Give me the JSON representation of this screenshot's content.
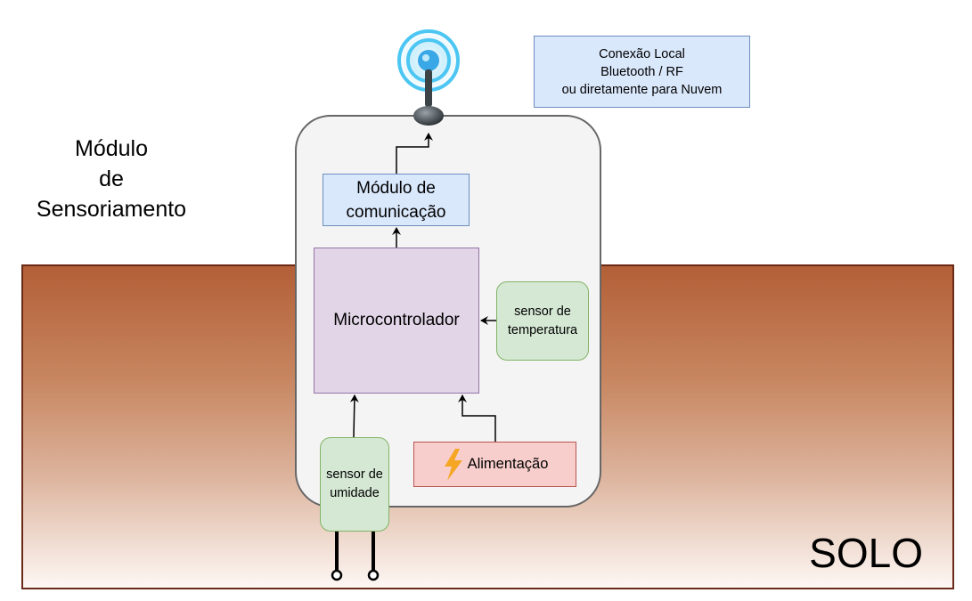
{
  "module_title": [
    "Módulo",
    "de",
    "Sensoriamento"
  ],
  "soil_label": "SOLO",
  "communication_module": "Módulo de comunicação",
  "microcontroller": "Microcontrolador",
  "temperature_sensor": "sensor de temperatura",
  "humidity_sensor": "sensor de umidade",
  "power": "Alimentação",
  "connection_note": [
    "Conexão Local",
    "Bluetooth / RF",
    "ou diretamente para Nuvem"
  ],
  "colors": {
    "soil_top": "#b35f37",
    "soil_bottom": "#fdf7f4",
    "communication_fill": "#dae8fc",
    "microcontroller_fill": "#e1d5e7",
    "sensor_fill": "#d5e8d4",
    "power_fill": "#f8cecc",
    "signal_glow": "#45c8f5"
  }
}
